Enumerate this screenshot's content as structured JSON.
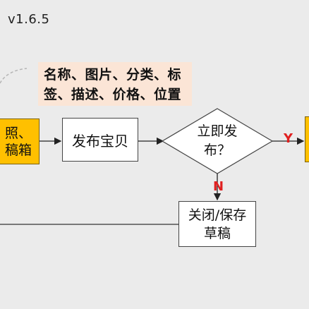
{
  "version": "v1.6.5",
  "note": {
    "line1": "名称、图片、分类、标",
    "line2": "签、描述、价格、位置"
  },
  "nodes": {
    "left_box": {
      "line1": "照、",
      "line2": "稿箱"
    },
    "publish": "发布宝贝",
    "decision": {
      "line1": "立即发",
      "line2": "布？"
    },
    "close": {
      "line1": "关闭/保存",
      "line2": "草稿"
    }
  },
  "labels": {
    "yes": "Y",
    "no": "N"
  },
  "colors": {
    "background": "#ebebeb",
    "note_bg": "#fbe5d6",
    "highlight_box": "#ffc000",
    "yes_no_label": "#e02020"
  }
}
